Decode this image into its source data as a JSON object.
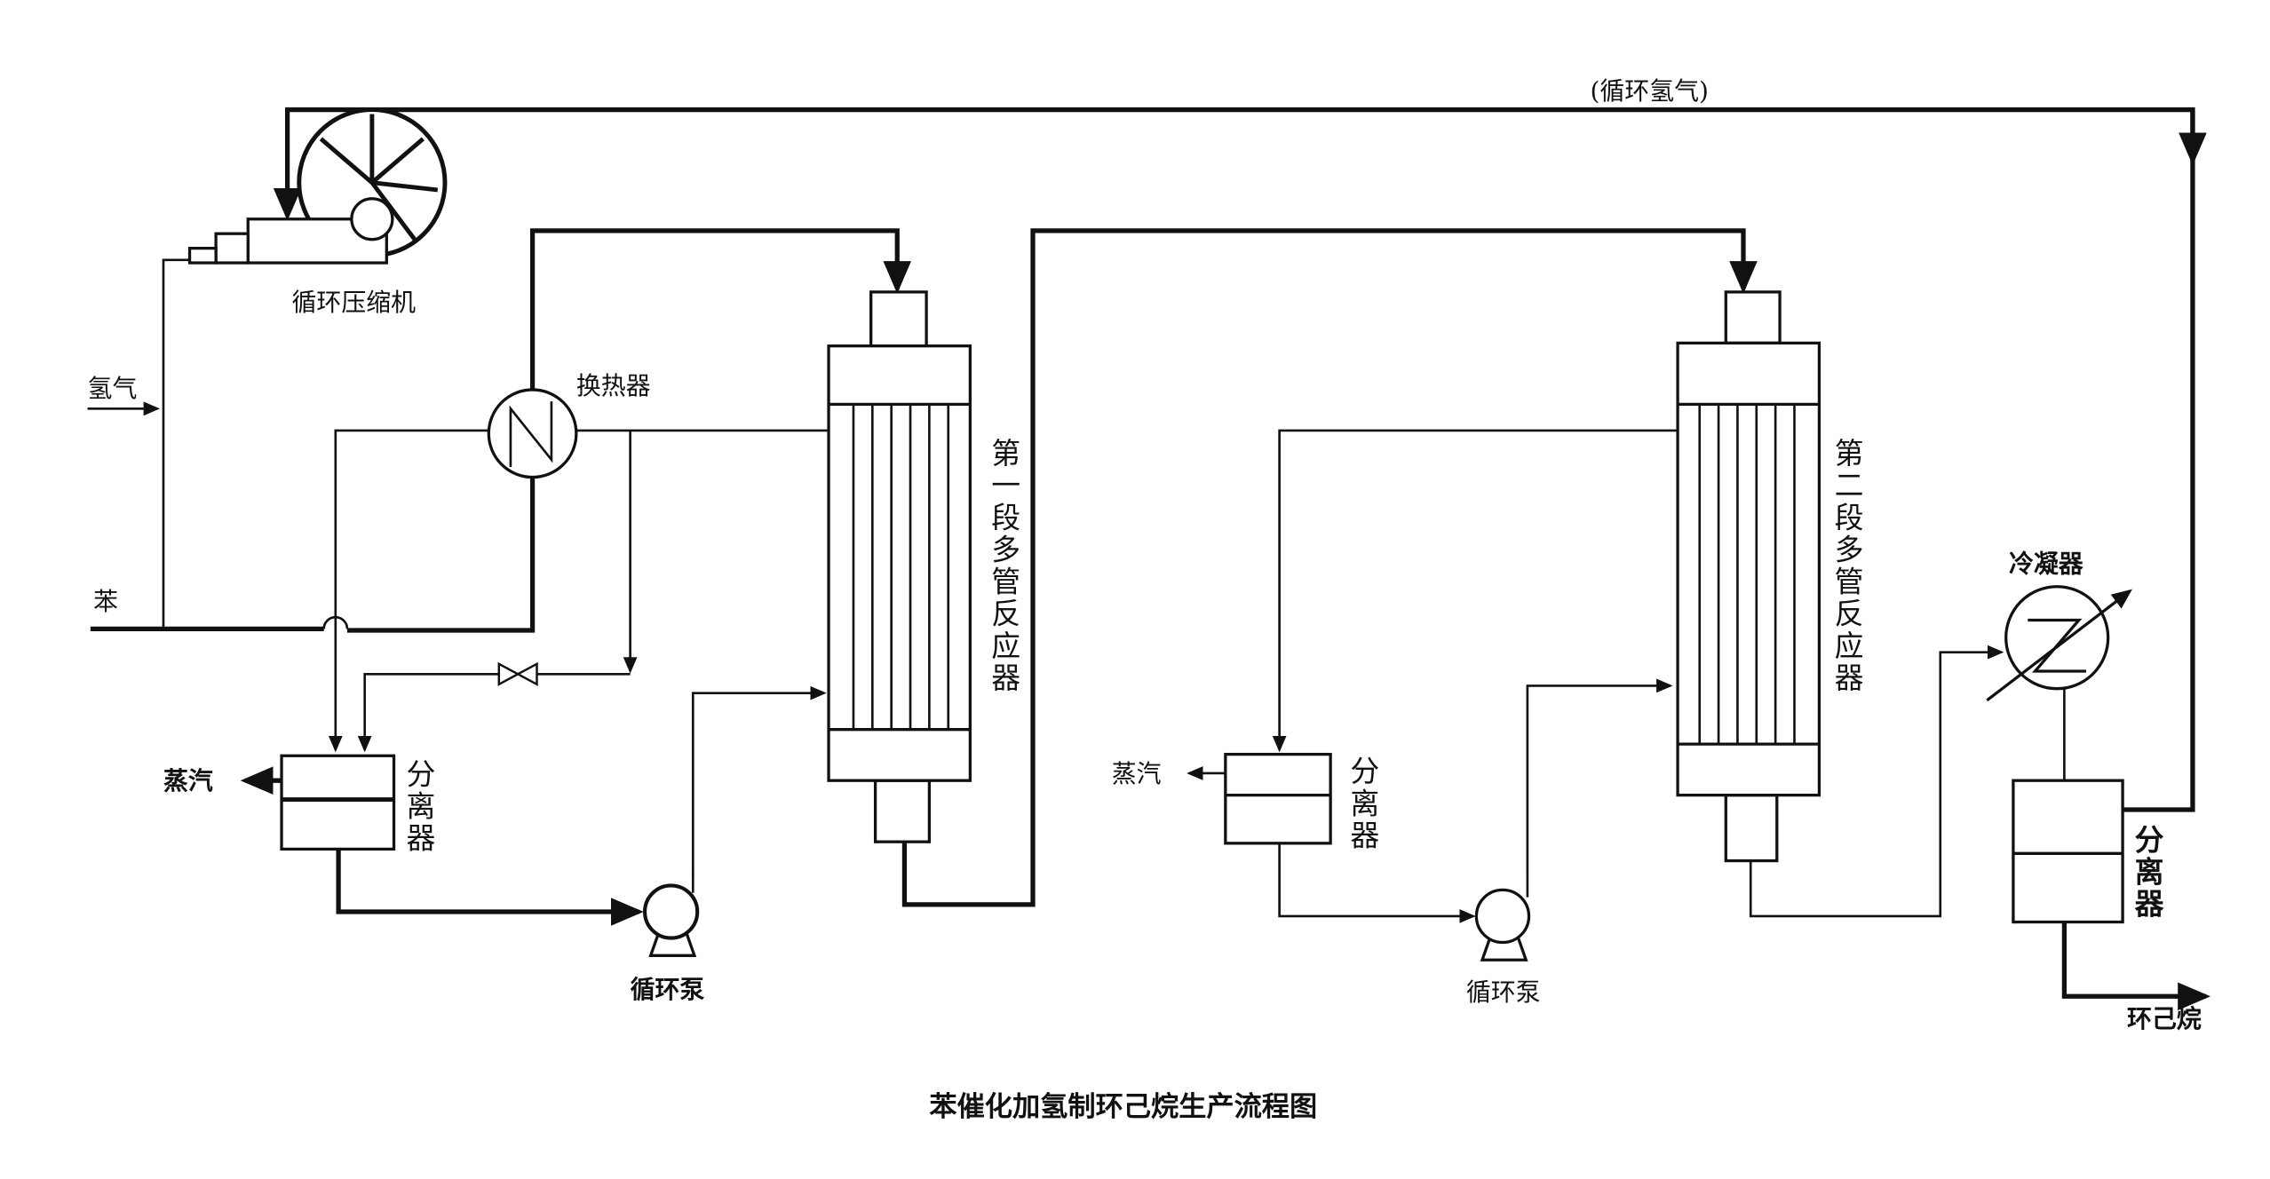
{
  "title": "苯催化加氢制环己烷生产流程图",
  "labels": {
    "recycle_hydrogen": "(循环氢气)",
    "compressor": "循环压缩机",
    "hydrogen": "氢气",
    "benzene": "苯",
    "heat_exchanger": "换热器",
    "reactor_1": "第一段多管反应器",
    "reactor_2": "第二段多管反应器",
    "separator_1": "分离器",
    "separator_2": "分离器",
    "separator_3": "分离器",
    "steam_1": "蒸汽",
    "steam_2": "蒸汽",
    "pump_1": "循环泵",
    "pump_2": "循环泵",
    "condenser": "冷凝器",
    "product": "环己烷"
  },
  "colors": {
    "line": "#111111",
    "background": "#ffffff"
  }
}
